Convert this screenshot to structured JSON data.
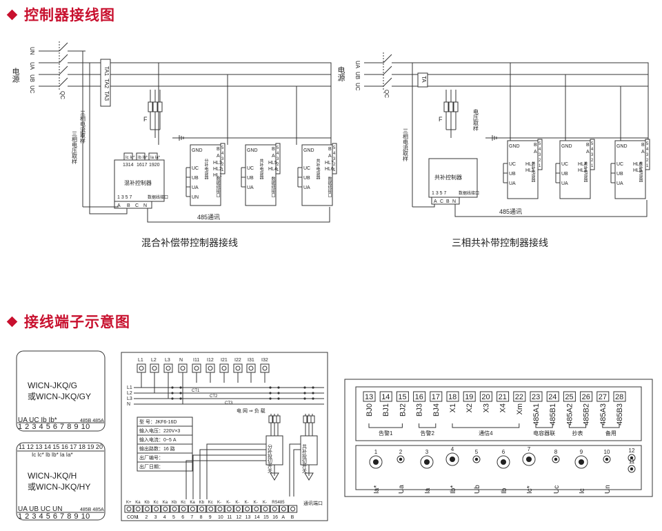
{
  "sections": {
    "wiring_title": "控制器接线图",
    "terminal_title": "接线端子示意图"
  },
  "diagram1": {
    "caption": "混合补偿带控制器接线",
    "power_label": "电源",
    "lines": [
      "UN",
      "UA",
      "UB",
      "UC"
    ],
    "qc": "QC",
    "ta": [
      "TA1",
      "TA2",
      "TA3"
    ],
    "current_sample": "三相电流取样",
    "voltage_sample": "三相电压取样",
    "fuse": "F",
    "controller": "混补控制器",
    "ctrl_top_pins": [
      "Ic Ic*",
      "Ib Ib*",
      "Ia Ia*"
    ],
    "ctrl_top_nums": [
      "1314",
      "1617",
      "1920"
    ],
    "ctrl_bot_nums": "1  3  5  7",
    "ctrl_port": "数据线接口",
    "abcn": [
      "A",
      "B",
      "C",
      "N"
    ],
    "comm": "485通讯",
    "units": [
      {
        "name": "分补电容器",
        "hl": [
          "HL3",
          "HL2",
          "HL1"
        ],
        "in": [
          "UC",
          "UB",
          "UA",
          "UN"
        ]
      },
      {
        "name": "共补电容器",
        "hl": [
          "HL5",
          "HL4"
        ],
        "in": [
          "UC",
          "UB",
          "UA"
        ]
      },
      {
        "name": "共补电容器",
        "hl": [
          "HL7",
          "HL6"
        ],
        "in": [
          "UC",
          "UB",
          "UA"
        ]
      }
    ],
    "gnd": "GND",
    "ba": [
      "B",
      "A"
    ],
    "nums": [
      "5",
      "4",
      "3",
      "2",
      "1"
    ],
    "data_port": "数据线接口"
  },
  "diagram2": {
    "caption": "三相共补带控制器接线",
    "power_label": "电源",
    "lines": [
      "UA",
      "UB",
      "UC"
    ],
    "qc": "QC",
    "ta": "TA",
    "current_sample": "三相电流取样",
    "voltage_sample": "电压取样",
    "fuse": "F",
    "controller": "共补控制器",
    "ctrl_bot_nums": "1  3  5  7",
    "ctrl_port": "数据线接口",
    "acbn": [
      "A",
      "C",
      "B",
      "N"
    ],
    "comm": "485通讯",
    "units": [
      {
        "name": "共补电容器",
        "hl": [
          "HL2",
          "HL1"
        ]
      },
      {
        "name": "共补电容器",
        "hl": [
          "HL4",
          "HL3"
        ]
      },
      {
        "name": "共补电容器",
        "hl": [
          "HL6",
          "HL5"
        ]
      }
    ],
    "gnd": "GND",
    "in": [
      "UC",
      "UB",
      "UA"
    ]
  },
  "term_g": {
    "model": "WICN-JKQ/G",
    "model2": "或WICN-JKQ/GY",
    "labels": "UA  UC    Ib    Ib*",
    "lab485": "485B 485A",
    "nums": "1 2 3 4 5 6 7 8 9 10"
  },
  "term_h": {
    "top_nums": "11 12 13 14 15 16 17 18 19 20",
    "top_labels": "Ic   Ic*      Ib  Ib*    Ia  Ia*",
    "model": "WICN-JKQ/H",
    "model2": "或WICN-JKQ/HY",
    "labels": "UA   UB     UC   UN",
    "lab485": "485B 485A",
    "nums": "1 2 3 4 5 6 7 8 9 10"
  },
  "jkf": {
    "top_terms": [
      "L1",
      "L2",
      "L3",
      "N",
      "I11",
      "I12",
      "I21",
      "I22",
      "I31",
      "I32"
    ],
    "lines": [
      "L1",
      "L2",
      "L3",
      "N"
    ],
    "net_load": "电 网  ⇒  负 载",
    "spec": [
      "型    号：JKF6-16D",
      "输入电压：220V×3",
      "输入电流：0~5 A",
      "输出路数：16 路",
      "出厂编号：",
      "出厂日期："
    ],
    "switch1": "分补投切开关",
    "switch2": "共补投切开关",
    "ct_labels": [
      "CT1",
      "CT2",
      "CT3"
    ],
    "bot_labels": [
      "K+",
      "Ka",
      "Kb",
      "Kc",
      "Ka",
      "Kb",
      "Kc",
      "Ka",
      "Kb",
      "Kc",
      "K-",
      "K-",
      "K-",
      "K-",
      "K-",
      "K-",
      "RS485"
    ],
    "bot_nums": [
      "COM",
      "1",
      "2",
      "3",
      "4",
      "5",
      "6",
      "7",
      "8",
      "9",
      "10",
      "11",
      "12",
      "13",
      "14",
      "15",
      "16",
      "A",
      "B"
    ],
    "comm_port": "通讯端口"
  },
  "right_terms": {
    "top": [
      {
        "n": "13",
        "l": "BJ0"
      },
      {
        "n": "14",
        "l": "BJ1"
      },
      {
        "n": "15",
        "l": "BJ2"
      },
      {
        "n": "16",
        "l": "BJ3"
      },
      {
        "n": "17",
        "l": "BJ4"
      },
      {
        "n": "18",
        "l": "X1"
      },
      {
        "n": "19",
        "l": "X2"
      },
      {
        "n": "20",
        "l": "X3"
      },
      {
        "n": "21",
        "l": "X4"
      },
      {
        "n": "22",
        "l": "Xm"
      },
      {
        "n": "23",
        "l": "485A1"
      },
      {
        "n": "24",
        "l": "485B1"
      },
      {
        "n": "25",
        "l": "485A2"
      },
      {
        "n": "26",
        "l": "485B2"
      },
      {
        "n": "27",
        "l": "485A3"
      },
      {
        "n": "28",
        "l": "485B3"
      }
    ],
    "groups": [
      "告警1",
      "告警2",
      "通信4",
      "电容器联",
      "抄表",
      "备用"
    ],
    "bottom": [
      {
        "n": "1",
        "l": "Ia*"
      },
      {
        "n": "2",
        "l": "Ua"
      },
      {
        "n": "3",
        "l": "Ia"
      },
      {
        "n": "4",
        "l": "Ib*"
      },
      {
        "n": "5",
        "l": "Ub"
      },
      {
        "n": "6",
        "l": "Ib"
      },
      {
        "n": "7",
        "l": "Ic*"
      },
      {
        "n": "8",
        "l": "Uc"
      },
      {
        "n": "9",
        "l": "Ic"
      },
      {
        "n": "10",
        "l": "Un"
      },
      {
        "n": "12",
        "l": ""
      },
      {
        "n": "11",
        "l": ""
      }
    ]
  }
}
